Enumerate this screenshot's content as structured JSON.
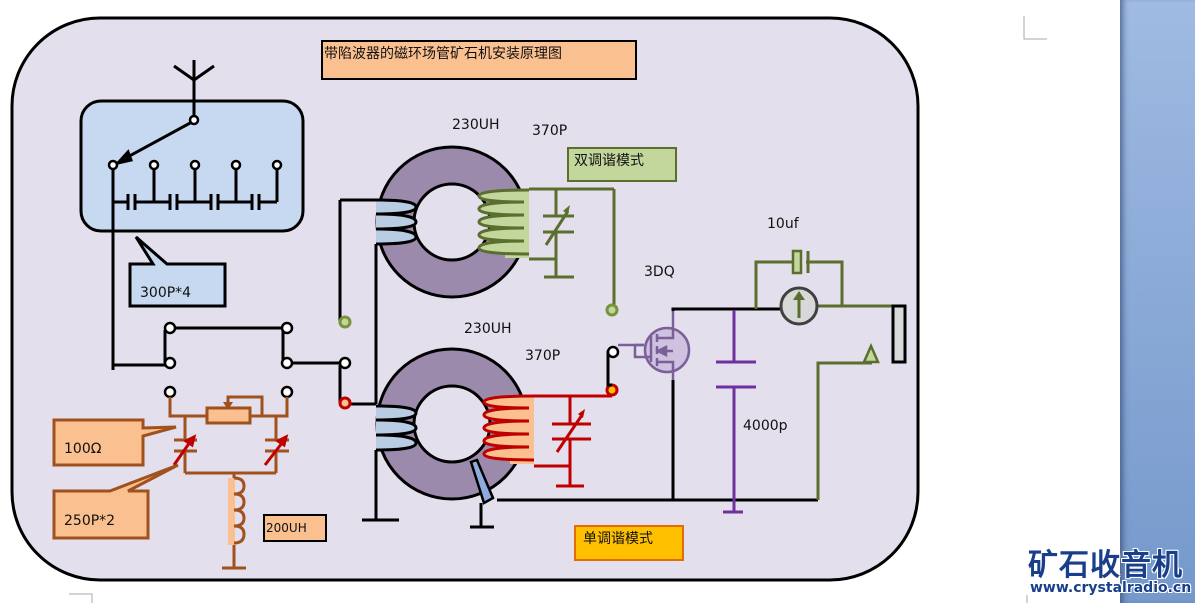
{
  "title": "带陷波器的磁环场管矿石机安装原理图",
  "mode_labels": {
    "double_tuning": "双调谐模式",
    "single_tuning": "单调谐模式"
  },
  "components": {
    "antenna_capacitor_bank": "300P*4",
    "upper_coil_inductance": "230UH",
    "upper_tuning_capacitor": "370P",
    "lower_coil_inductance": "230UH",
    "lower_tuning_capacitor": "370P",
    "transistor": "3DQ",
    "coupling_capacitor": "10uf",
    "bypass_capacitor": "4000p",
    "trap_resistor": "100Ω",
    "trap_capacitors": "250P*2",
    "trap_inductor": "200UH"
  },
  "icons": {
    "antenna": "antenna-icon",
    "meter": "ammeter-icon",
    "mosfet": "mosfet-icon",
    "earphone": "earphone-icon"
  },
  "colors": {
    "frame_fill": "#e4dfec",
    "antenna_box_fill": "#c6d9f0",
    "toroid_fill": "#9b8aac",
    "green_wire": "#5a6e2e",
    "green_coil_fill": "#c3d69b",
    "red_wire": "#c00000",
    "orange_fill": "#fac090",
    "brown_wire": "#a0521e",
    "purple_part": "#7030a0",
    "single_mode_fill": "#ffc000"
  },
  "logo": {
    "name": "矿石收音机",
    "url": "www.crystalradio.cn"
  }
}
